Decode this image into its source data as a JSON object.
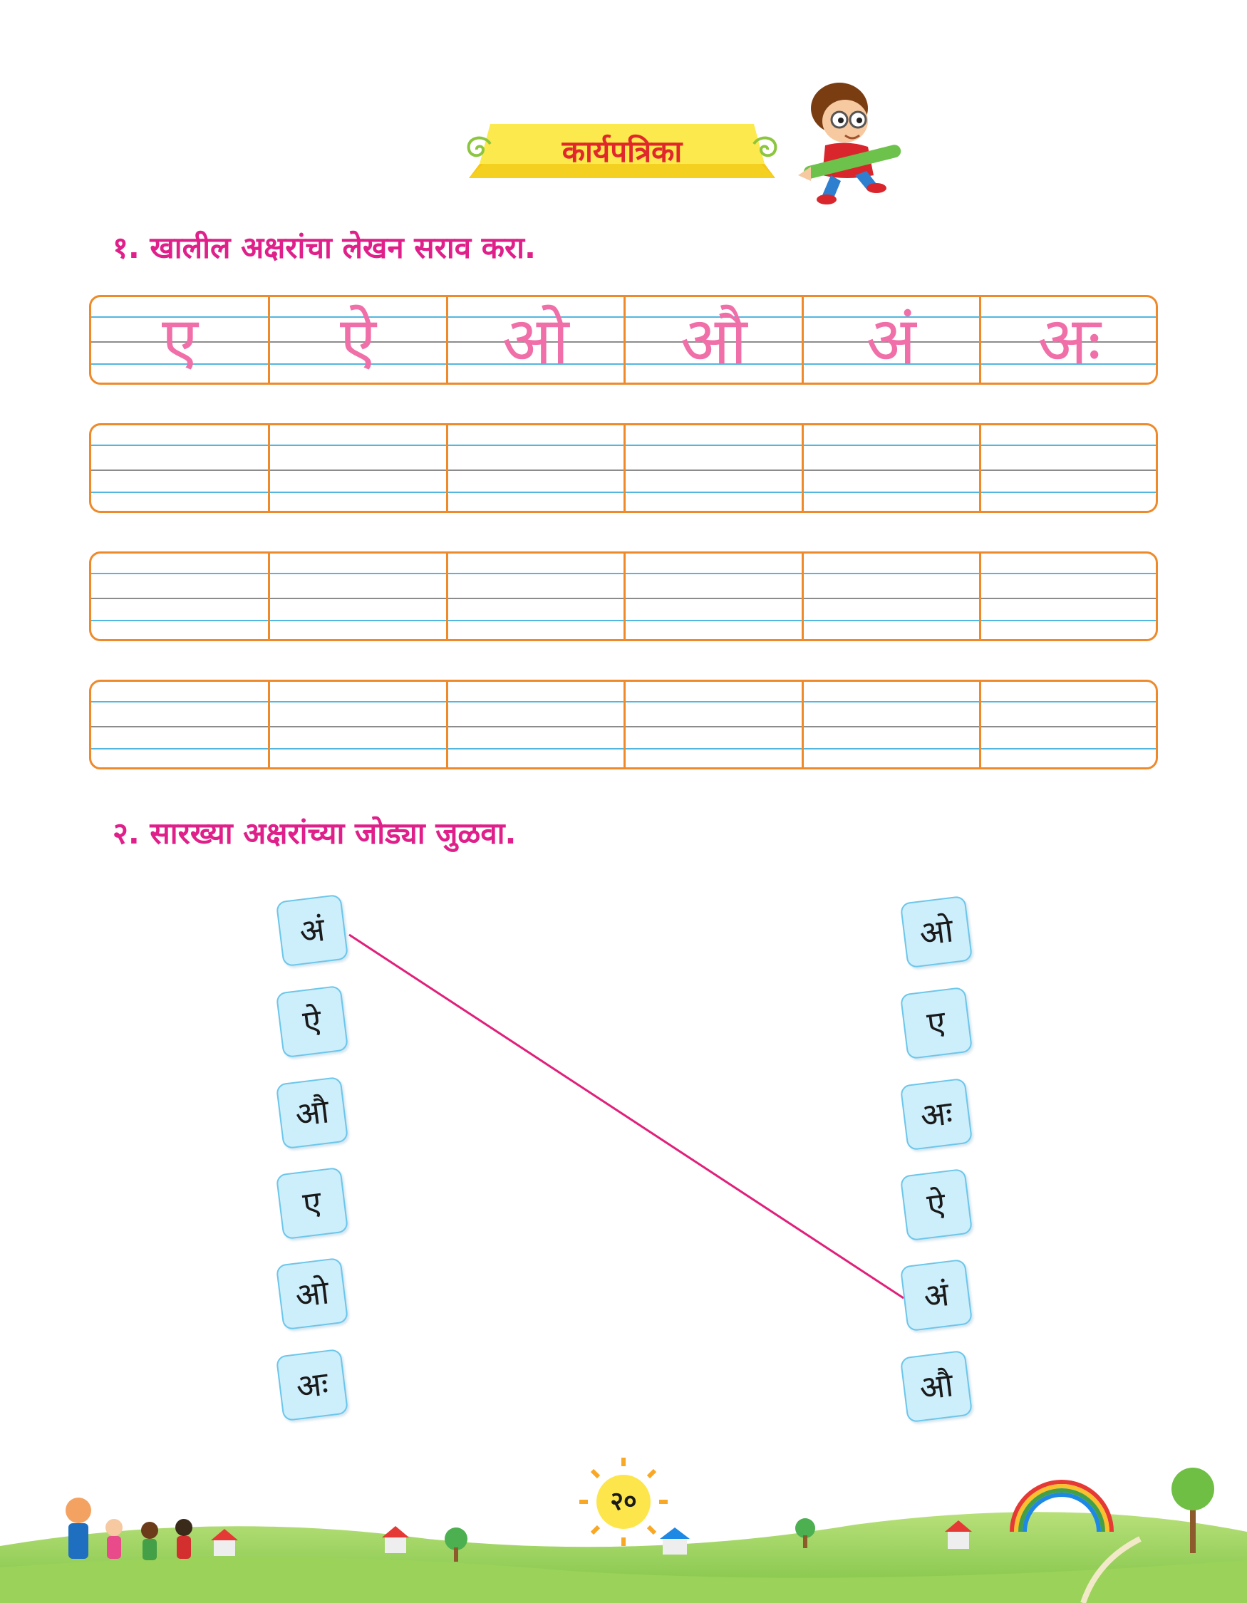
{
  "header": {
    "title": "कार्यपत्रिका"
  },
  "section1": {
    "heading": "१. खालील अक्षरांचा लेखन सराव करा.",
    "letters": [
      "ए",
      "ऐ",
      "ओ",
      "औ",
      "अं",
      "अः"
    ]
  },
  "section2": {
    "heading": "२. सारख्या अक्षरांच्या जोड्या जुळवा.",
    "left": [
      "अं",
      "ऐ",
      "औ",
      "ए",
      "ओ",
      "अः"
    ],
    "right": [
      "ओ",
      "ए",
      "अः",
      "ऐ",
      "अं",
      "औ"
    ],
    "example_match": {
      "left": "अं",
      "right": "अं"
    }
  },
  "colors": {
    "heading": "#e0208a",
    "trace_letter": "#f06fa8",
    "row_border": "#ee8a2a",
    "guide_line": "#52b7e0",
    "tile_fill": "#cdeefb",
    "match_line": "#e0207a"
  },
  "footer": {
    "page_number": "२०"
  }
}
